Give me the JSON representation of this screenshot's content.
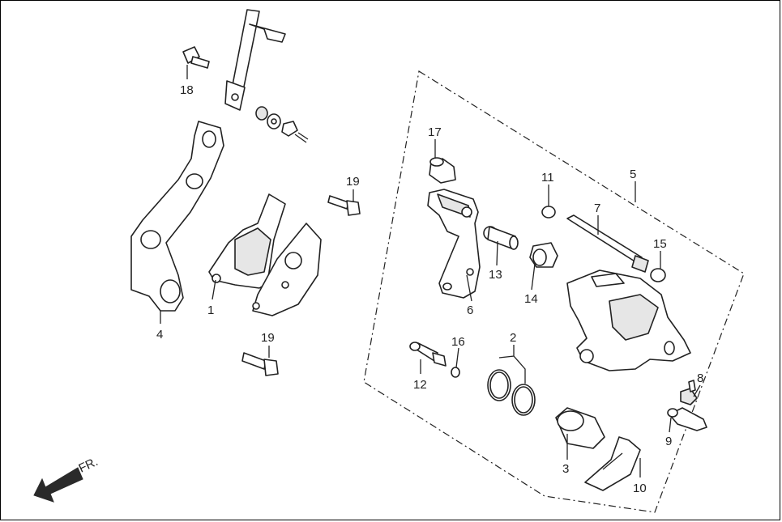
{
  "direction": {
    "label": "FR."
  },
  "callouts": [
    {
      "id": "c1",
      "text": "1"
    },
    {
      "id": "c2",
      "text": "2"
    },
    {
      "id": "c3",
      "text": "3"
    },
    {
      "id": "c4",
      "text": "4"
    },
    {
      "id": "c5",
      "text": "5"
    },
    {
      "id": "c6",
      "text": "6"
    },
    {
      "id": "c7",
      "text": "7"
    },
    {
      "id": "c8",
      "text": "8"
    },
    {
      "id": "c9",
      "text": "9"
    },
    {
      "id": "c10",
      "text": "10"
    },
    {
      "id": "c11",
      "text": "11"
    },
    {
      "id": "c12",
      "text": "12"
    },
    {
      "id": "c13",
      "text": "13"
    },
    {
      "id": "c14",
      "text": "14"
    },
    {
      "id": "c15",
      "text": "15"
    },
    {
      "id": "c16",
      "text": "16"
    },
    {
      "id": "c17",
      "text": "17"
    },
    {
      "id": "c18",
      "text": "18"
    },
    {
      "id": "c19a",
      "text": "19"
    },
    {
      "id": "c19b",
      "text": "19"
    }
  ]
}
